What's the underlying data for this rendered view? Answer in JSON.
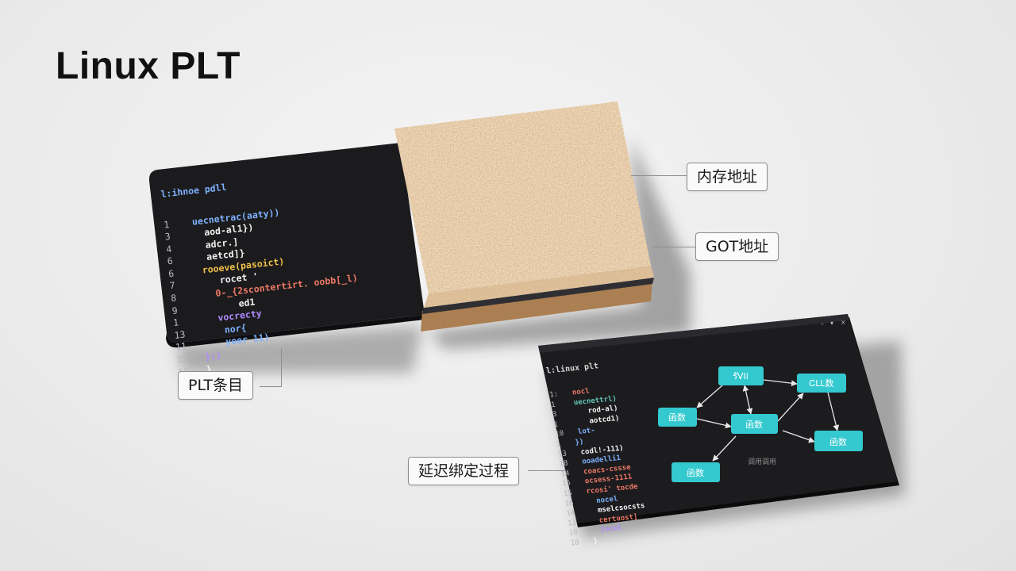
{
  "title": "Linux PLT",
  "labels": {
    "memory_address": "内存地址",
    "got_address": "GOT地址",
    "plt_entry": "PLT条目",
    "lazy_binding": "延迟绑定过程"
  },
  "left_code": {
    "header": "l:ihnoe pdll",
    "lines": [
      {
        "n": "1",
        "t": "  uecnetrac(aaty))",
        "c": "#7db2ff"
      },
      {
        "n": "3",
        "t": "    aod-al1})",
        "c": "#f2f2f2"
      },
      {
        "n": "4",
        "t": "    adcr.]",
        "c": "#f2f2f2"
      },
      {
        "n": "6",
        "t": "    aetcd]}",
        "c": "#f2f2f2"
      },
      {
        "n": "6",
        "t": "   rooeve(pasoict)",
        "c": "#f2c14a"
      },
      {
        "n": "7",
        "t": "      rocet '",
        "c": "#f2f2f2"
      },
      {
        "n": "8",
        "t": "     0-_{2scontertirt. oobb[_l)",
        "c": "#f07a66"
      },
      {
        "n": "9",
        "t": "         ed1",
        "c": "#f2f2f2"
      },
      {
        "n": "1",
        "t": "     vocrecty",
        "c": "#b08cff"
      },
      {
        "n": "13",
        "t": "      nor{",
        "c": "#7db2ff"
      },
      {
        "n": "11",
        "t": "      yoer 11)",
        "c": "#7db2ff"
      },
      {
        "n": "12",
        "t": "  };)",
        "c": "#b08cff"
      },
      {
        "n": "13",
        "t": "  }",
        "c": "#f2f2f2"
      }
    ]
  },
  "right_code": {
    "header": "l:linux plt",
    "lines": [
      {
        "n": "1:",
        "t": "  nocl",
        "c": "#f07a66"
      },
      {
        "n": "1",
        "t": "  uecnettrl)",
        "c": "#63c7b8"
      },
      {
        "n": "3",
        "t": "     rod-al)",
        "c": "#f2f2f2"
      },
      {
        "n": "1",
        "t": "     aotcd1)",
        "c": "#f2f2f2"
      },
      {
        "n": "10",
        "t": "  lot-",
        "c": "#7db2ff"
      },
      {
        "n": "1",
        "t": " })",
        "c": "#7db2ff"
      },
      {
        "n": "13",
        "t": "  codl!-111)",
        "c": "#f2f2f2"
      },
      {
        "n": "18",
        "t": "  ooadelli1",
        "c": "#7db2ff"
      },
      {
        "n": "14",
        "t": "  coacs-cssse",
        "c": "#f07a66"
      },
      {
        "n": "15",
        "t": "  ocsess-1111",
        "c": "#f07a66"
      },
      {
        "n": "15",
        "t": "  rcosi' tocde",
        "c": "#f07a66"
      },
      {
        "n": "16",
        "t": "    nocel",
        "c": "#7db2ff"
      },
      {
        "n": "14",
        "t": "    mselcsocsts",
        "c": "#f2f2f2"
      },
      {
        "n": "13",
        "t": "    certuost]",
        "c": "#f07a66"
      },
      {
        "n": "18",
        "t": "    [ocel",
        "c": "#b08cff"
      },
      {
        "n": "18",
        "t": "  }",
        "c": "#f2f2f2"
      }
    ]
  },
  "diagram": {
    "nodes": [
      {
        "id": "top",
        "label": "รัVIi"
      },
      {
        "id": "right1",
        "label": "ᏟLL数"
      },
      {
        "id": "left",
        "label": "函数"
      },
      {
        "id": "center",
        "label": "函数"
      },
      {
        "id": "right2",
        "label": "函数"
      },
      {
        "id": "bottom",
        "label": "函数"
      }
    ],
    "caption": "调用调用"
  },
  "colors": {
    "panel_dark": "#1b1b1d",
    "node_teal": "#33c9cf",
    "cork_light": "#f0d7b6",
    "cork_dark": "#b07e4c"
  }
}
